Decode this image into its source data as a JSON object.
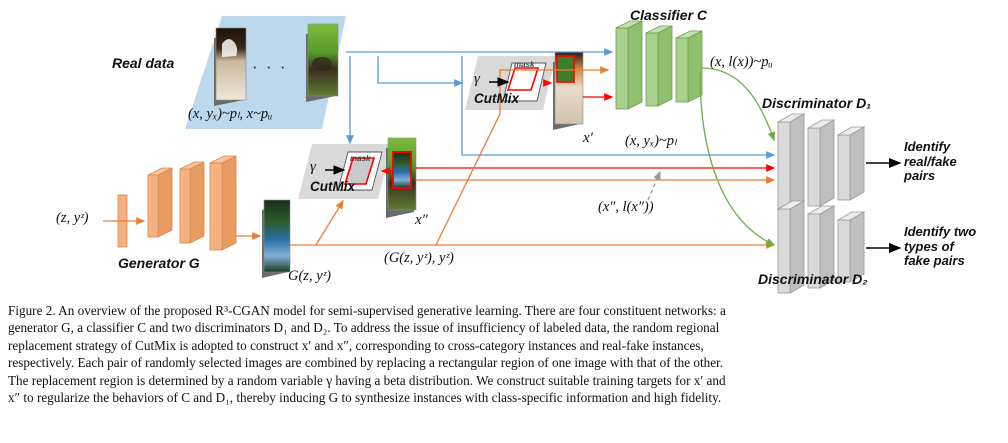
{
  "figure": {
    "labels": {
      "real_data": "Real data",
      "real_data_dist": "(x, yₓ)~pₗ, x~pᵤ",
      "ellipsis": "· · ·",
      "generator": "Generator G",
      "generator_input": "(z, yᶻ)",
      "generator_output": "G(z, yᶻ)",
      "gen_pair": "(G(z, yᶻ), yᶻ)",
      "cutmix_lower": "CutMix",
      "cutmix_upper": "CutMix",
      "gamma": "γ",
      "mask_lower": "mask",
      "mask_upper": "mask",
      "x_double_prime": "x″",
      "x_prime": "x′",
      "classifier": "Classifier C",
      "classifier_out": "(x, l(x))~pᵤ",
      "labeled_pair": "(x, yₓ)~pₗ",
      "fake_pair_label": "(x″, l(x″))",
      "discriminator_1": "Discriminator D₁",
      "discriminator_2": "Discriminator D₂",
      "d1_output": [
        "Identify",
        "real/fake",
        "pairs"
      ],
      "d2_output": [
        "Identify two",
        "types of",
        "fake pairs"
      ]
    },
    "colors": {
      "real_data_plane": "#bcd8ec",
      "generator_block": "#f6b183",
      "generator_block_dark": "#e89b63",
      "classifier_block": "#a9d18e",
      "classifier_block_dark": "#8fc070",
      "discriminator_block": "#d9d9d9",
      "discriminator_block_dark": "#bfbfbf",
      "cutmix_panel": "#d9d9d9",
      "arrow_blue": "#5b9bd5",
      "arrow_red": "#ff0000",
      "arrow_orange": "#ed7d31",
      "arrow_green": "#70ad47",
      "arrow_black": "#000000",
      "mask_outline": "#ff0000"
    }
  },
  "caption": {
    "lines": [
      "Figure 2. An overview of the proposed R³-CGAN model for semi-supervised generative learning. There are four constituent networks: a",
      "generator G, a classifier C and two discriminators D₁ and D₂. To address the issue of insufficiency of labeled data, the random regional",
      "replacement strategy of CutMix is adopted to construct x′ and x″, corresponding to cross-category instances and real-fake instances,",
      "respectively. Each pair of randomly selected images are combined by replacing a rectangular region of one image with that of the other.",
      "The replacement region is determined by a random variable γ having a beta distribution. We construct suitable training targets for x′ and",
      "x″ to regularize the behaviors of C and D₁, thereby inducing G to synthesize instances with class-specific information and high fidelity."
    ]
  }
}
